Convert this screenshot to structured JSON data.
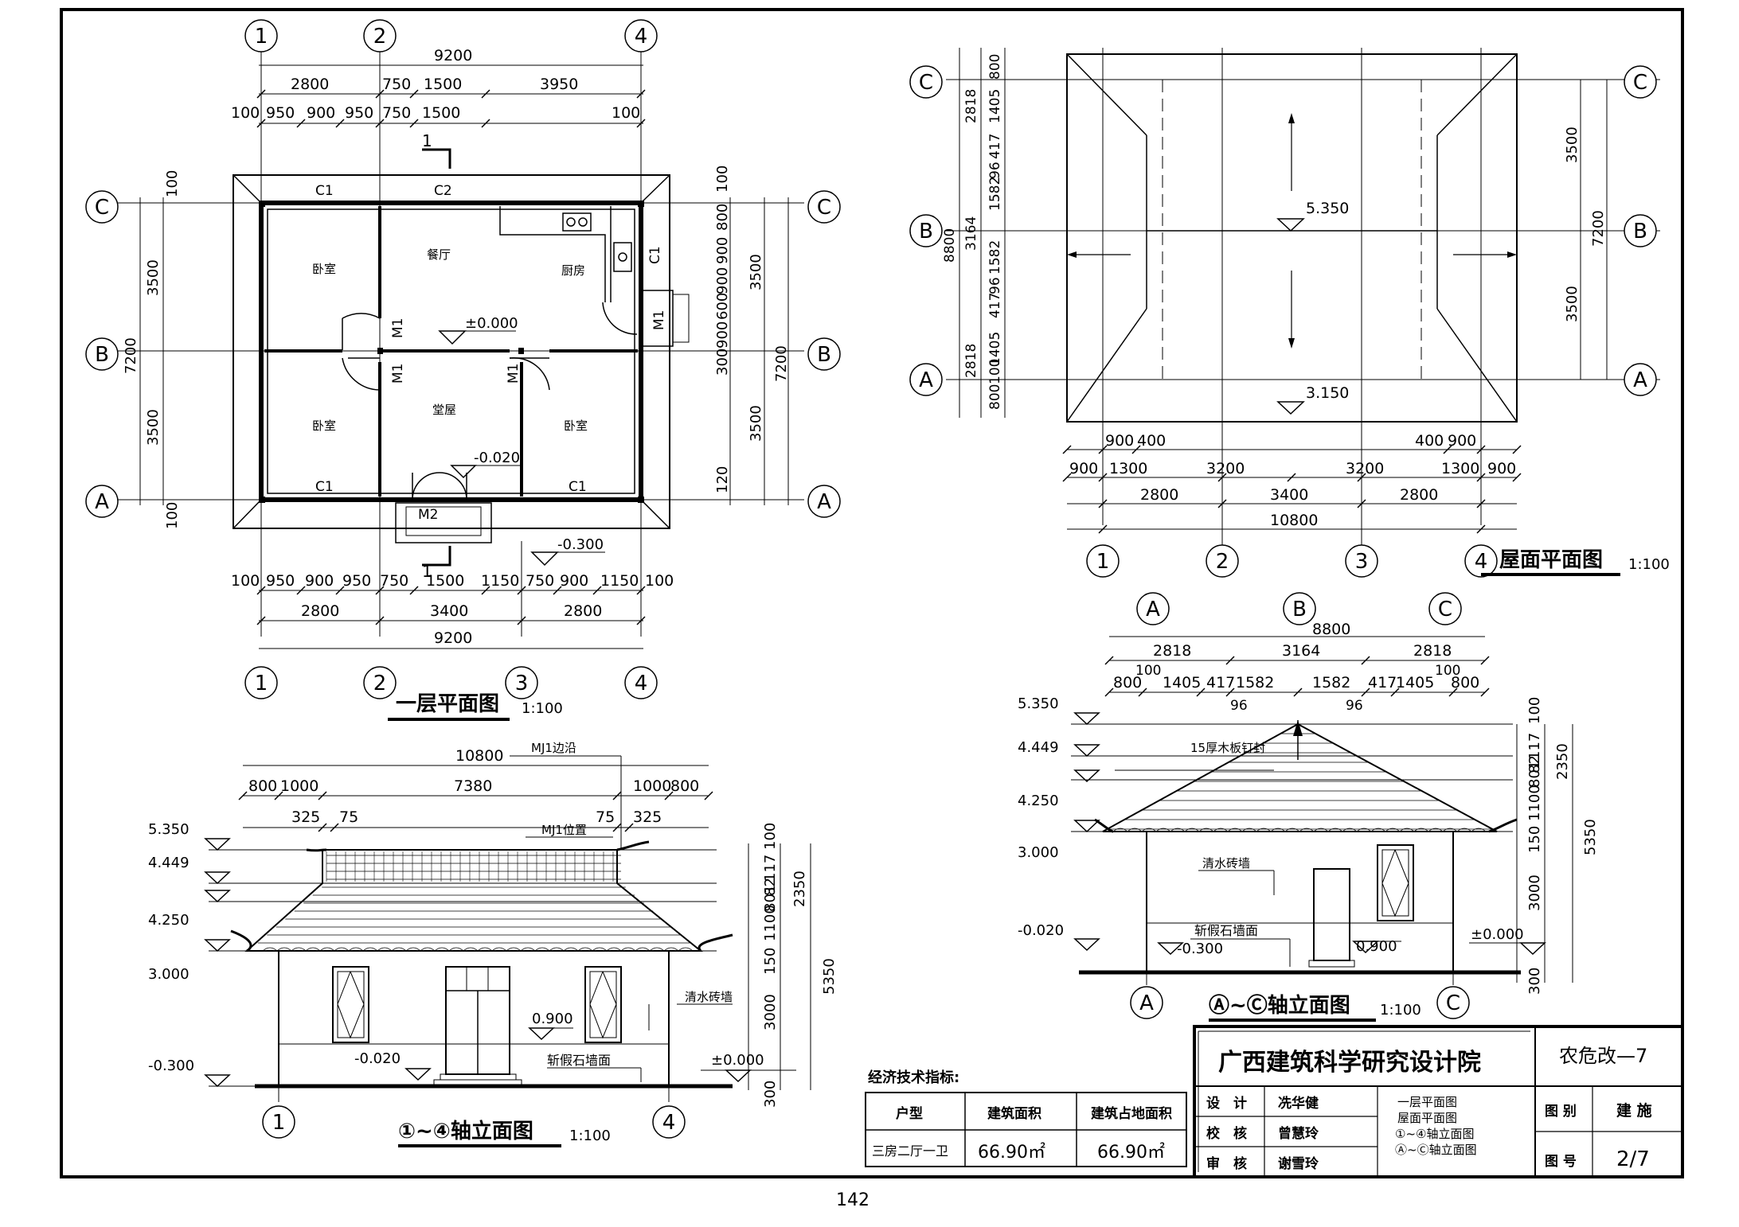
{
  "page_number": "142",
  "plan": {
    "title": "一层平面图",
    "scale": "1:100",
    "axes_x": [
      "1",
      "2",
      "3",
      "4"
    ],
    "axes_y": [
      "A",
      "B",
      "C"
    ],
    "top_total": "9200",
    "top_row1": [
      "2800",
      "750",
      "1500",
      "3950"
    ],
    "top_row2": [
      "100",
      "950",
      "900",
      "950",
      "750",
      "1500",
      "100"
    ],
    "bottom_row1": [
      "100",
      "950",
      "900",
      "950",
      "750",
      "1500",
      "1150",
      "750",
      "900",
      "1150",
      "100"
    ],
    "bottom_row2": [
      "2800",
      "3400",
      "2800"
    ],
    "bottom_total": "9200",
    "left_dims": [
      "100",
      "3500",
      "3500",
      "100",
      "7200"
    ],
    "right_dims": [
      "100",
      "800",
      "900",
      "900",
      "600",
      "900",
      "300",
      "3500",
      "3500",
      "120",
      "7200"
    ],
    "rooms": [
      "卧室",
      "餐厅",
      "厨房",
      "卧室",
      "堂屋",
      "卧室"
    ],
    "windows": [
      "C1",
      "C2",
      "C1",
      "C1",
      "C1"
    ],
    "doors": [
      "M1",
      "M1",
      "M1",
      "M1",
      "M2"
    ],
    "levels": [
      "±0.000",
      "-0.020",
      "-0.300"
    ],
    "section_mark": "1"
  },
  "roof": {
    "title": "屋面平面图",
    "scale": "1:100",
    "axes_x": [
      "1",
      "2",
      "3",
      "4"
    ],
    "axes_y": [
      "A",
      "B",
      "C"
    ],
    "levels": [
      "5.350",
      "3.150"
    ],
    "bottom_row1": [
      "900",
      "400",
      "400",
      "900"
    ],
    "bottom_row2": [
      "900",
      "1300",
      "3200",
      "3200",
      "1300",
      "900"
    ],
    "bottom_row3": [
      "2800",
      "3400",
      "2800"
    ],
    "bottom_total": "10800",
    "left_dims": [
      "800",
      "1405",
      "417",
      "96",
      "1582",
      "1582",
      "96",
      "417",
      "1405",
      "100",
      "800",
      "2818",
      "3164",
      "2818",
      "100",
      "8800"
    ],
    "right_dims": [
      "3500",
      "3500",
      "7200"
    ]
  },
  "elev1": {
    "title": "①~④轴立面图",
    "scale": "1:100",
    "axes": [
      "1",
      "4"
    ],
    "top_total": "10800",
    "top_row": [
      "800",
      "1000",
      "7380",
      "1000",
      "800"
    ],
    "small": [
      "325",
      "75",
      "75",
      "325"
    ],
    "notes": [
      "MJ1边沿",
      "MJ1位置",
      "清水砖墙",
      "斩假石墙面"
    ],
    "levels_left": [
      "5.350",
      "4.449",
      "4.250",
      "3.000",
      "-0.300"
    ],
    "levels_mid": [
      "-0.020",
      "0.900",
      "±0.000"
    ],
    "right_dims": [
      "100",
      "117",
      "82",
      "801",
      "1100",
      "150",
      "3000",
      "300",
      "2350",
      "5350"
    ]
  },
  "elev2": {
    "title": "Ⓐ~Ⓒ轴立面图",
    "scale": "1:100",
    "axes": [
      "A",
      "B",
      "C"
    ],
    "top_total": "8800",
    "top_row1": [
      "2818",
      "3164",
      "2818"
    ],
    "top_row2": [
      "800",
      "100",
      "1405",
      "417",
      "1582",
      "1582",
      "417",
      "1405",
      "100",
      "800"
    ],
    "top_row3": [
      "96",
      "96"
    ],
    "notes": [
      "15厚木板钉封",
      "清水砖墙",
      "斩假石墙面"
    ],
    "levels_left": [
      "5.350",
      "4.449",
      "4.250",
      "3.000",
      "-0.020",
      "-0.300"
    ],
    "levels_mid": [
      "0.900",
      "±0.000"
    ],
    "right_dims": [
      "100",
      "117",
      "82",
      "801",
      "1100",
      "150",
      "3000",
      "300",
      "2350",
      "5350"
    ]
  },
  "econ": {
    "title": "经济技术指标:",
    "headers": [
      "户型",
      "建筑面积",
      "建筑占地面积"
    ],
    "row": [
      "三房二厅一卫",
      "66.90㎡",
      "66.90㎡"
    ]
  },
  "titleblock": {
    "institute": "广西建筑科学研究设计院",
    "project": "农危改—7",
    "roles": [
      {
        "role": "设　计",
        "name": "冼华健"
      },
      {
        "role": "校　核",
        "name": "曾慧玲"
      },
      {
        "role": "审　核",
        "name": "谢雪玲"
      }
    ],
    "drawings": [
      "一层平面图",
      "屋面平面图",
      "①~④轴立面图",
      "Ⓐ~Ⓒ轴立面图"
    ],
    "category_label": "图 别",
    "category_value": "建 施",
    "number_label": "图 号",
    "number_value": "2/7"
  }
}
